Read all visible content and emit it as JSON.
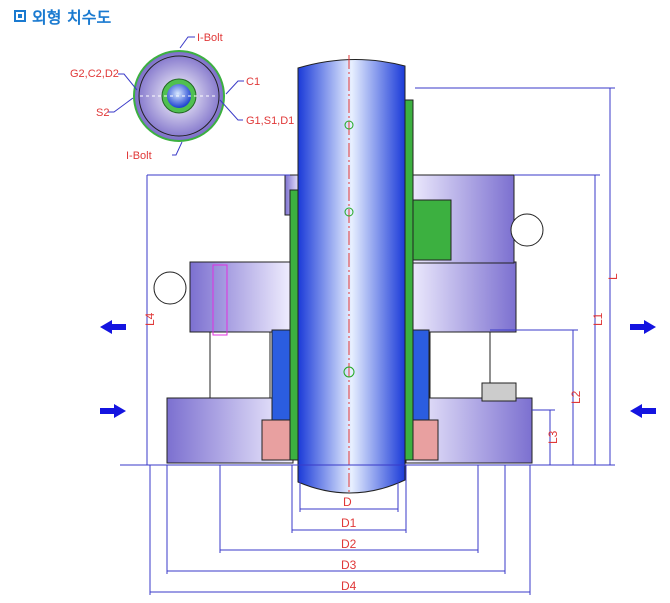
{
  "title": "외형 치수도",
  "end_view": {
    "labels": {
      "top": "I-Bolt",
      "bottom": "I-Bolt",
      "g2": "G2,C2,D2",
      "s2": "S2",
      "c1": "C1",
      "g1": "G1,S1,D1"
    }
  },
  "dimensions": {
    "D": "D",
    "D1": "D1",
    "D2": "D2",
    "D3": "D3",
    "D4": "D4",
    "L": "L",
    "L1": "L1",
    "L2": "L2",
    "L3": "L3",
    "L4": "L4"
  },
  "colors": {
    "shaft": "#2b5de0",
    "body": "#8c84d8",
    "dim_line": "#3a3ac8",
    "label": "#e03838",
    "arrow": "#1414e0"
  }
}
